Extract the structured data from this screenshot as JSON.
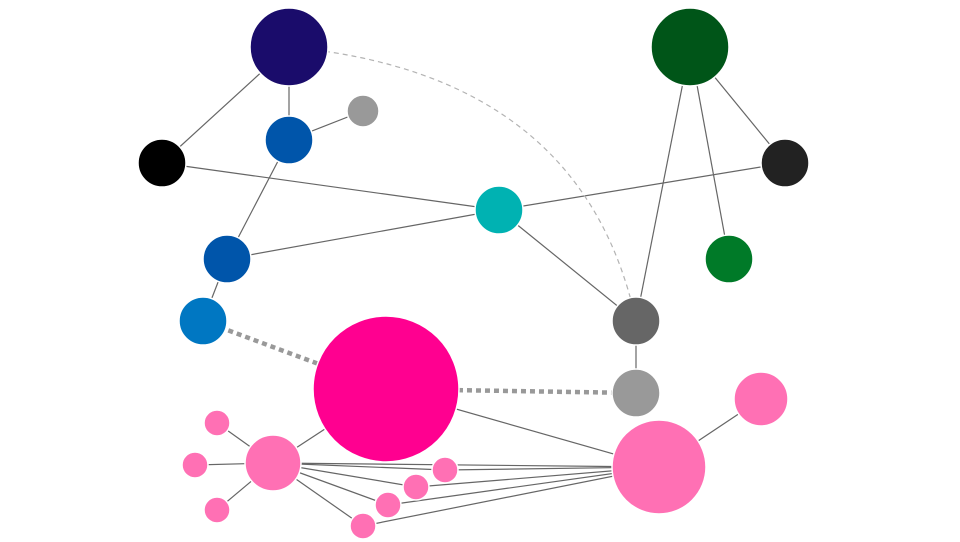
{
  "graph": {
    "nodes": [
      {
        "id": "navy",
        "color": "#1a0c6b"
      },
      {
        "id": "blue1",
        "color": "#0055aa"
      },
      {
        "id": "grey-small",
        "color": "#999999"
      },
      {
        "id": "black-left",
        "color": "#000000"
      },
      {
        "id": "teal",
        "color": "#00b2b2"
      },
      {
        "id": "blue2",
        "color": "#0055aa"
      },
      {
        "id": "blue3",
        "color": "#0077c2"
      },
      {
        "id": "dkgreen",
        "color": "#005518"
      },
      {
        "id": "black-right",
        "color": "#222222"
      },
      {
        "id": "green",
        "color": "#007a28"
      },
      {
        "id": "grey-dark",
        "color": "#666666"
      },
      {
        "id": "grey-light",
        "color": "#999999"
      },
      {
        "id": "magenta",
        "color": "#ff0090"
      },
      {
        "id": "pink-big",
        "color": "#ff70b4"
      },
      {
        "id": "pink-right",
        "color": "#ff70b4"
      },
      {
        "id": "pink-mid",
        "color": "#ff70b4"
      },
      {
        "id": "pink-a",
        "color": "#ff70b4"
      },
      {
        "id": "pink-b",
        "color": "#ff70b4"
      },
      {
        "id": "pink-c",
        "color": "#ff70b4"
      },
      {
        "id": "pink-d",
        "color": "#ff70b4"
      },
      {
        "id": "pink-e",
        "color": "#ff70b4"
      },
      {
        "id": "pink-f",
        "color": "#ff70b4"
      },
      {
        "id": "pink-g",
        "color": "#ff70b4"
      }
    ],
    "edges": [
      {
        "from": "navy",
        "to": "black-left",
        "style": "solid"
      },
      {
        "from": "navy",
        "to": "blue1",
        "style": "solid"
      },
      {
        "from": "blue1",
        "to": "grey-small",
        "style": "solid"
      },
      {
        "from": "blue1",
        "to": "blue2",
        "style": "solid"
      },
      {
        "from": "black-left",
        "to": "teal",
        "style": "solid"
      },
      {
        "from": "blue2",
        "to": "teal",
        "style": "solid"
      },
      {
        "from": "teal",
        "to": "black-right",
        "style": "solid"
      },
      {
        "from": "teal",
        "to": "grey-dark",
        "style": "solid"
      },
      {
        "from": "blue2",
        "to": "blue3",
        "style": "solid"
      },
      {
        "from": "dkgreen",
        "to": "black-right",
        "style": "solid"
      },
      {
        "from": "dkgreen",
        "to": "green",
        "style": "solid"
      },
      {
        "from": "dkgreen",
        "to": "grey-dark",
        "style": "solid"
      },
      {
        "from": "grey-dark",
        "to": "grey-light",
        "style": "solid"
      },
      {
        "from": "navy",
        "to": "grey-dark",
        "style": "dashed-thin"
      },
      {
        "from": "blue3",
        "to": "magenta",
        "style": "dashed-thick"
      },
      {
        "from": "magenta",
        "to": "grey-light",
        "style": "dashed-thick"
      },
      {
        "from": "magenta",
        "to": "pink-big",
        "style": "solid"
      },
      {
        "from": "magenta",
        "to": "pink-mid",
        "style": "solid"
      },
      {
        "from": "pink-big",
        "to": "pink-right",
        "style": "solid"
      },
      {
        "from": "pink-mid",
        "to": "pink-a",
        "style": "solid"
      },
      {
        "from": "pink-mid",
        "to": "pink-b",
        "style": "solid"
      },
      {
        "from": "pink-mid",
        "to": "pink-c",
        "style": "solid"
      },
      {
        "from": "pink-mid",
        "to": "pink-d",
        "style": "solid"
      },
      {
        "from": "pink-mid",
        "to": "pink-e",
        "style": "solid"
      },
      {
        "from": "pink-mid",
        "to": "pink-f",
        "style": "solid"
      },
      {
        "from": "pink-mid",
        "to": "pink-g",
        "style": "solid"
      },
      {
        "from": "pink-mid",
        "to": "pink-big",
        "style": "solid"
      },
      {
        "from": "pink-d",
        "to": "pink-big",
        "style": "solid"
      },
      {
        "from": "pink-e",
        "to": "pink-big",
        "style": "solid"
      },
      {
        "from": "pink-f",
        "to": "pink-big",
        "style": "solid"
      },
      {
        "from": "pink-g",
        "to": "pink-big",
        "style": "solid"
      }
    ]
  }
}
